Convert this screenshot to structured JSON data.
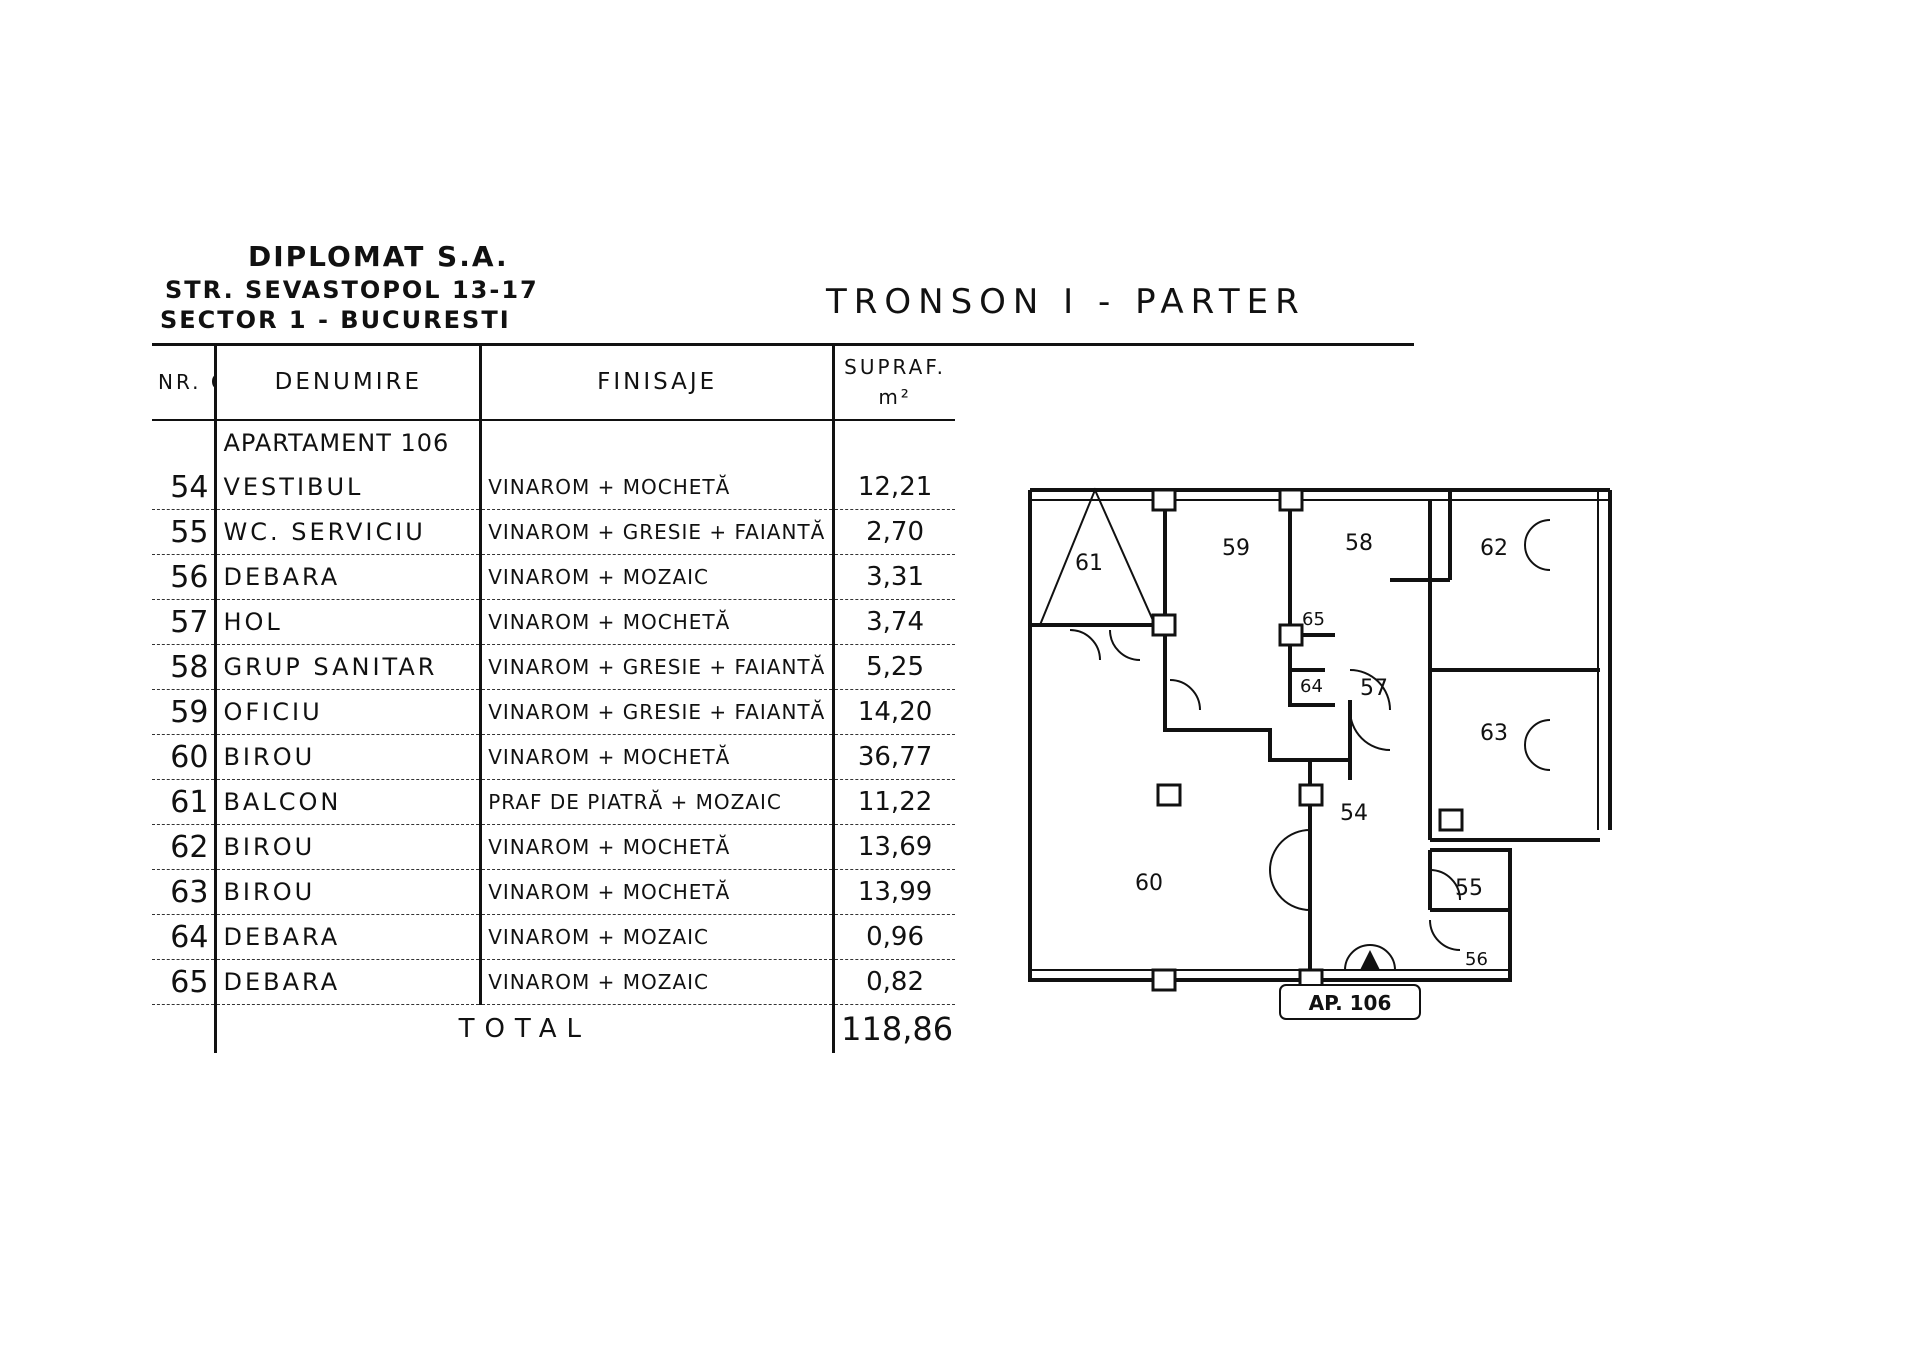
{
  "header": {
    "company": "DIPLOMAT S.A.",
    "street": "STR. SEVASTOPOL 13-17",
    "sector": "SECTOR 1 - BUCURESTI",
    "title": "TRONSON I - PARTER"
  },
  "table": {
    "columns": {
      "nr": "NR. CAM.",
      "name": "DENUMIRE",
      "finish": "FINISAJE",
      "area": "SUPRAF.",
      "area_unit": "m²"
    },
    "apartment": "APARTAMENT 106",
    "rows": [
      {
        "nr": "54",
        "name": "VESTIBUL",
        "finish": "VINAROM + MOCHETĂ",
        "area": "12,21"
      },
      {
        "nr": "55",
        "name": "WC. SERVICIU",
        "finish": "VINAROM + GRESIE + FAIANTĂ",
        "area": "2,70"
      },
      {
        "nr": "56",
        "name": "DEBARA",
        "finish": "VINAROM + MOZAIC",
        "area": "3,31"
      },
      {
        "nr": "57",
        "name": "HOL",
        "finish": "VINAROM + MOCHETĂ",
        "area": "3,74"
      },
      {
        "nr": "58",
        "name": "GRUP SANITAR",
        "finish": "VINAROM + GRESIE + FAIANTĂ",
        "area": "5,25"
      },
      {
        "nr": "59",
        "name": "OFICIU",
        "finish": "VINAROM + GRESIE + FAIANTĂ",
        "area": "14,20"
      },
      {
        "nr": "60",
        "name": "BIROU",
        "finish": "VINAROM + MOCHETĂ",
        "area": "36,77"
      },
      {
        "nr": "61",
        "name": "BALCON",
        "finish": "PRAF DE PIATRĂ + MOZAIC",
        "area": "11,22"
      },
      {
        "nr": "62",
        "name": "BIROU",
        "finish": "VINAROM + MOCHETĂ",
        "area": "13,69"
      },
      {
        "nr": "63",
        "name": "BIROU",
        "finish": "VINAROM + MOCHETĂ",
        "area": "13,99"
      },
      {
        "nr": "64",
        "name": "DEBARA",
        "finish": "VINAROM + MOZAIC",
        "area": "0,96"
      },
      {
        "nr": "65",
        "name": "DEBARA",
        "finish": "VINAROM + MOZAIC",
        "area": "0,82"
      }
    ],
    "total_label": "TOTAL",
    "total_value": "118,86"
  },
  "plan": {
    "rooms": [
      "54",
      "55",
      "56",
      "57",
      "58",
      "59",
      "60",
      "61",
      "62",
      "63",
      "64",
      "65"
    ],
    "apartment_tag": "AP. 106"
  }
}
